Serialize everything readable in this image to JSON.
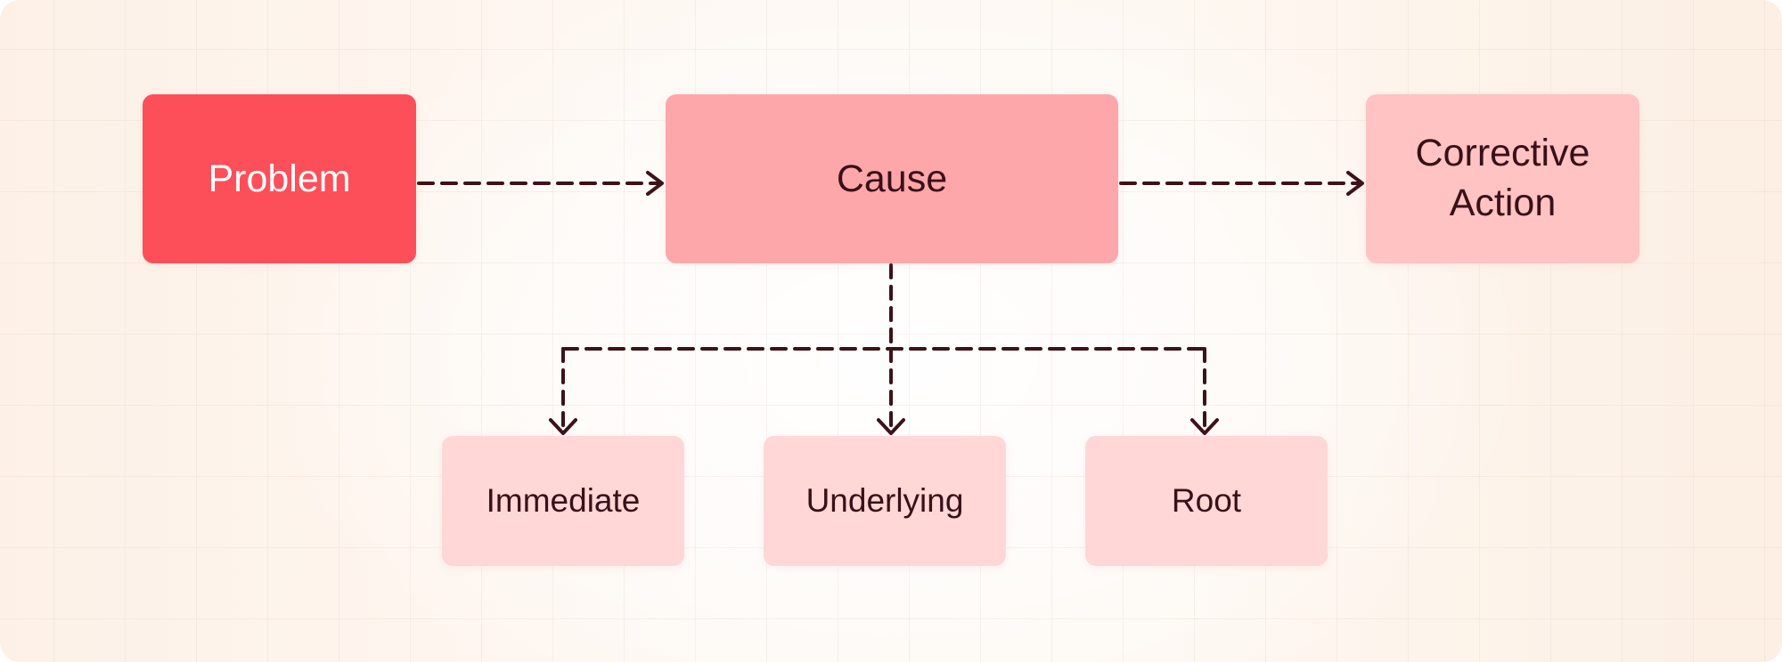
{
  "diagram": {
    "nodes": {
      "problem": "Problem",
      "cause": "Cause",
      "corrective_action": "Corrective\nAction",
      "immediate": "Immediate",
      "underlying": "Underlying",
      "root": "Root"
    },
    "edges": [
      {
        "from": "problem",
        "to": "cause",
        "style": "dashed"
      },
      {
        "from": "cause",
        "to": "corrective_action",
        "style": "dashed"
      },
      {
        "from": "cause",
        "to": "immediate",
        "style": "dashed"
      },
      {
        "from": "cause",
        "to": "underlying",
        "style": "dashed"
      },
      {
        "from": "cause",
        "to": "root",
        "style": "dashed"
      }
    ],
    "colors": {
      "problem_fill": "#fd4f5a",
      "cause_fill": "#fda7aa",
      "action_fill": "#fec3c2",
      "subcause_fill": "#fed7d6",
      "text_dark": "#3a1018",
      "text_light": "#ffffff",
      "connector": "#3d1218"
    }
  }
}
